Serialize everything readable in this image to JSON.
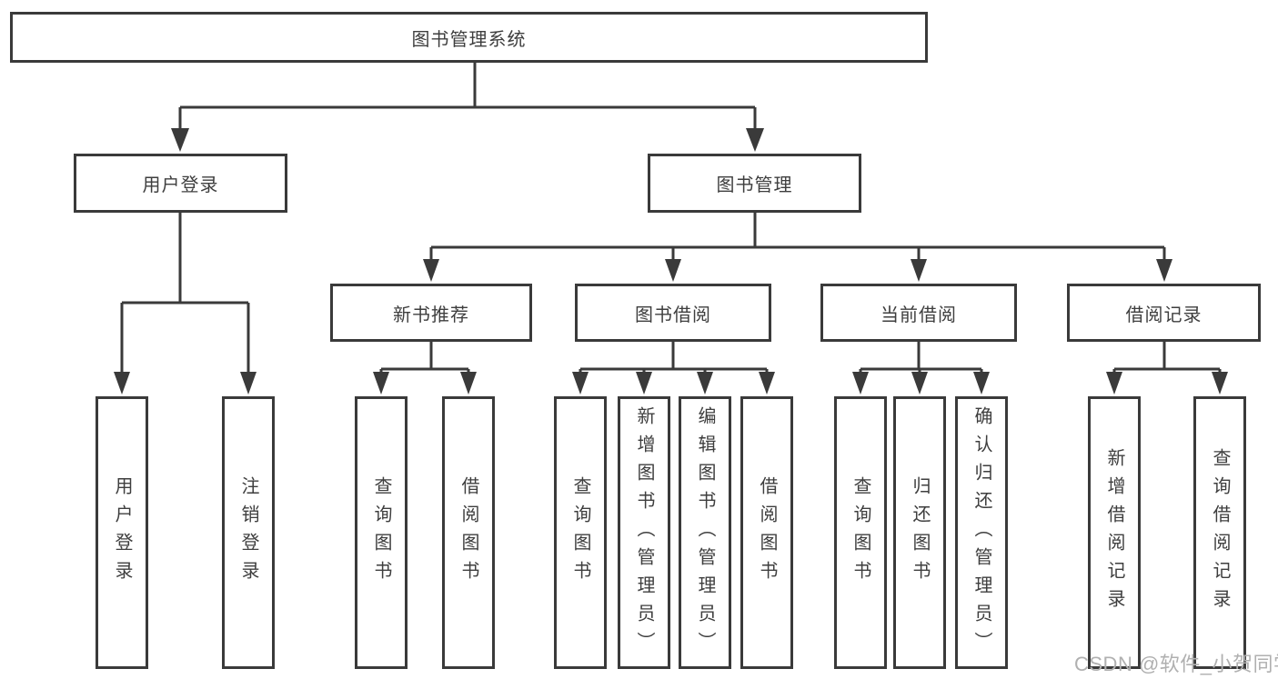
{
  "diagram": {
    "title": "图书管理系统",
    "root": {
      "label": "图书管理系统"
    },
    "branches": [
      {
        "label": "用户登录",
        "children": [
          "用户登录",
          "注销登录"
        ]
      },
      {
        "label": "图书管理",
        "sections": [
          {
            "label": "新书推荐",
            "children": [
              "查询图书",
              "借阅图书"
            ]
          },
          {
            "label": "图书借阅",
            "children": [
              "查询图书",
              "新增图书（管理员）",
              "编辑图书（管理员）",
              "借阅图书"
            ]
          },
          {
            "label": "当前借阅",
            "children": [
              "查询图书",
              "归还图书",
              "确认归还（管理员）"
            ]
          },
          {
            "label": "借阅记录",
            "children": [
              "新增借阅记录",
              "查询借阅记录"
            ]
          }
        ]
      }
    ]
  },
  "watermark": {
    "text": "CSDN @软件_小贺同学"
  },
  "colors": {
    "line": "#3a3a3a",
    "text": "#3e3e3e",
    "box_background": "#ffffff",
    "watermark": "#b0b0b0"
  }
}
